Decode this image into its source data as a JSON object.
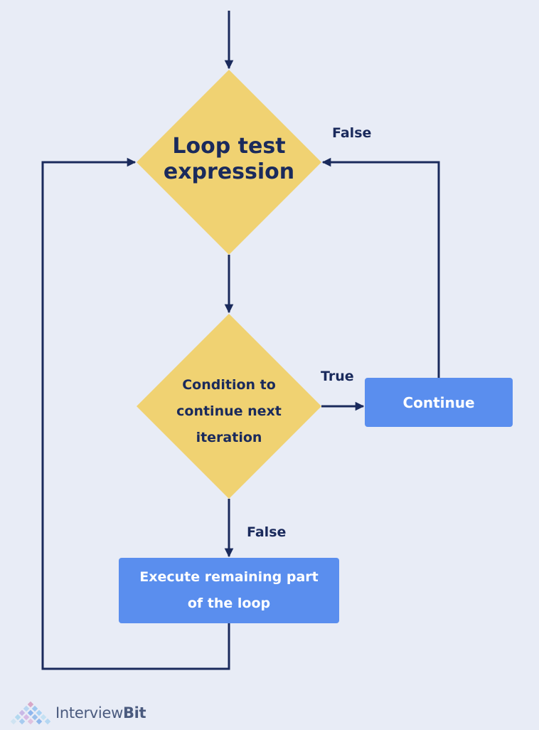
{
  "diagram": {
    "loop_test": {
      "label": "Loop test expression",
      "fill": "#f0d272"
    },
    "condition": {
      "label": "Condition to continue next iteration",
      "fill": "#f0d272"
    },
    "continue_box": {
      "label": "Continue",
      "fill": "#5a8eee"
    },
    "execute_box": {
      "label": "Execute remaining part of the loop",
      "fill": "#5a8eee"
    },
    "edges": {
      "continue_to_loop_label": "False",
      "condition_true_label": "True",
      "condition_false_label": "False"
    },
    "line_color": "#1a2a5c",
    "background": "#e8ecf6"
  },
  "brand": {
    "name_regular": "Interview",
    "name_bold": "Bit",
    "icon": "interviewbit-logo-icon"
  }
}
